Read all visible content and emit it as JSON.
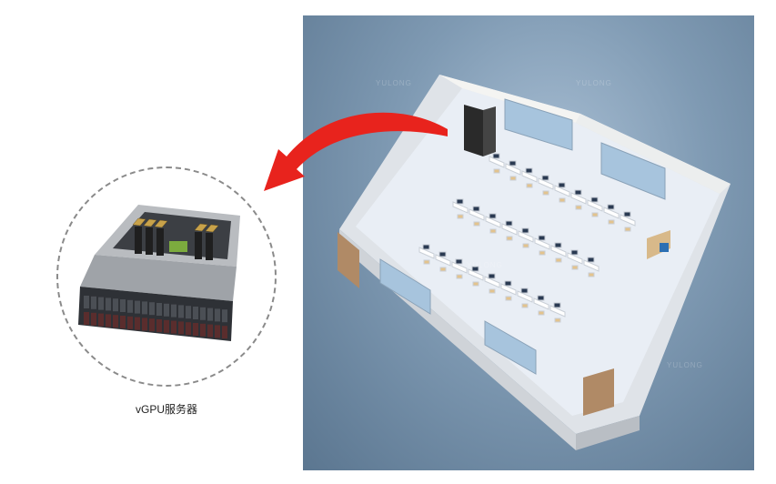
{
  "server": {
    "caption": "vGPU服务器",
    "icon": "gpu-server-icon"
  },
  "room": {
    "icon": "computer-lab-3d-view",
    "watermark": "YULONG"
  },
  "arrow": {
    "color": "#e8231d",
    "icon": "curved-arrow-left-icon"
  }
}
